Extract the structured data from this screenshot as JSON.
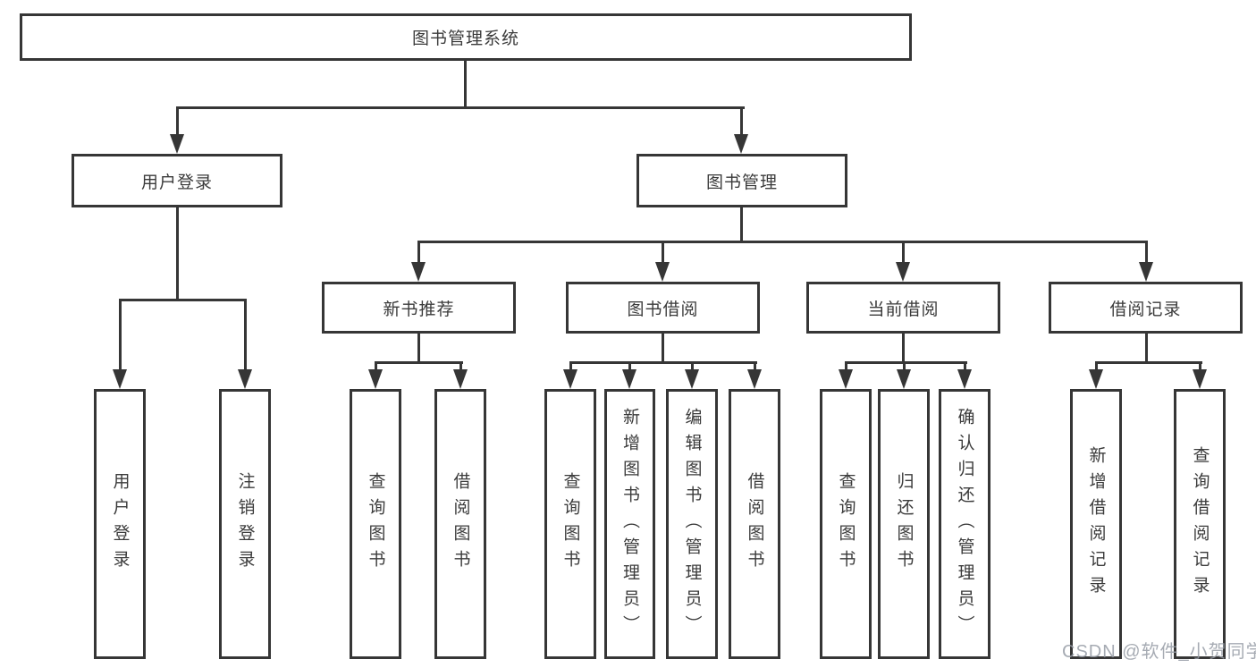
{
  "diagram": {
    "type": "tree",
    "nodes": {
      "root": "图书管理系统",
      "user_login": "用户登录",
      "book_mgmt": "图书管理",
      "new_book_rec": "新书推荐",
      "book_borrow": "图书借阅",
      "current_borrow": "当前借阅",
      "borrow_records": "借阅记录",
      "leaf_user_login": "用户登录",
      "leaf_logout": "注销登录",
      "leaf_query_books_rec": "查询图书",
      "leaf_borrow_books_rec": "借阅图书",
      "leaf_query_books_borrow": "查询图书",
      "leaf_add_books": "新增图书（管理员）",
      "leaf_edit_books": "编辑图书（管理员）",
      "leaf_borrow_books_borrow": "借阅图书",
      "leaf_query_books_current": "查询图书",
      "leaf_return_books": "归还图书",
      "leaf_confirm_return": "确认归还（管理员）",
      "leaf_add_borrow_record": "新增借阅记录",
      "leaf_query_borrow_record": "查询借阅记录"
    },
    "hierarchy": {
      "图书管理系统": {
        "用户登录": [
          "用户登录",
          "注销登录"
        ],
        "图书管理": {
          "新书推荐": [
            "查询图书",
            "借阅图书"
          ],
          "图书借阅": [
            "查询图书",
            "新增图书（管理员）",
            "编辑图书（管理员）",
            "借阅图书"
          ],
          "当前借阅": [
            "查询图书",
            "归还图书",
            "确认归还（管理员）"
          ],
          "借阅记录": [
            "新增借阅记录",
            "查询借阅记录"
          ]
        }
      }
    },
    "colors": {
      "line": "#363636",
      "text": "#3b3b3b",
      "background": "#ffffff",
      "watermark": "#969ca6"
    },
    "watermark": "CSDN @软件_小贺同学"
  }
}
